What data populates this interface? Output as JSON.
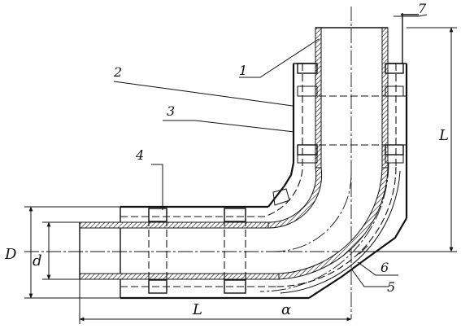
{
  "callouts": {
    "c1": "1",
    "c2": "2",
    "c3": "3",
    "c4": "4",
    "c5": "5",
    "c6": "6",
    "c7": "7"
  },
  "dimensions": {
    "outer_diameter": "D",
    "inner_diameter": "d",
    "length_horizontal": "L",
    "length_vertical": "L",
    "angle": "α"
  }
}
